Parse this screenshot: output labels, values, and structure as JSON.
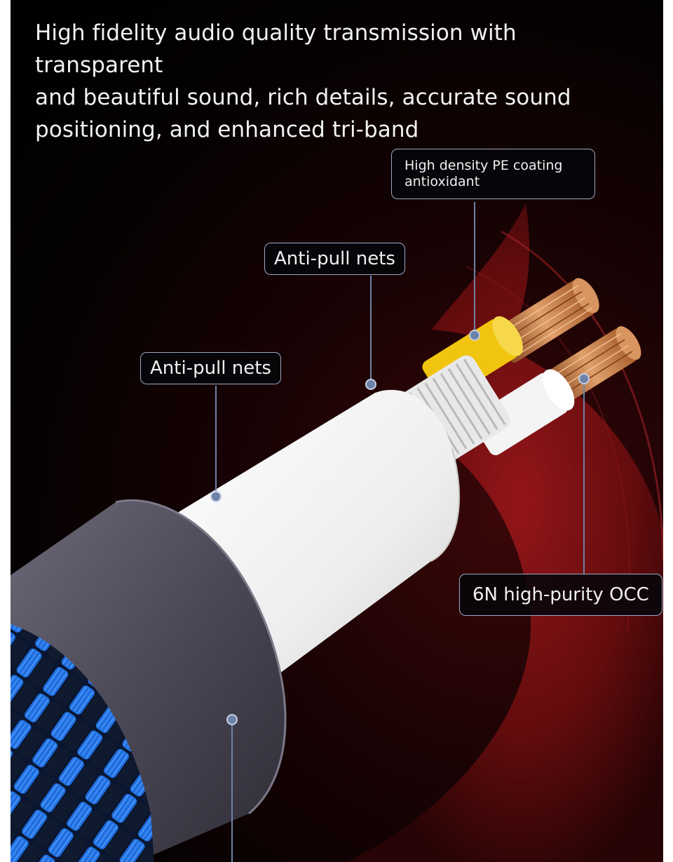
{
  "headline": {
    "lines": [
      "High fidelity audio quality transmission with transparent",
      "and beautiful sound, rich details, accurate sound",
      "positioning, and enhanced tri-band"
    ]
  },
  "callouts": {
    "pe_coating": {
      "line1": "High density PE coating",
      "line2": "antioxidant"
    },
    "anti_pull_inner": "Anti-pull nets",
    "anti_pull_outer": "Anti-pull nets",
    "occ": "6N high-purity OCC"
  },
  "colors": {
    "background": "#050101",
    "red_wave": "#7a1012",
    "copper": "#c9834f",
    "yellow_insulation": "#f1c40f",
    "white_sheath": "#f4f4f4",
    "dark_sleeve": "#4a4755",
    "blue_braid": "#1f6fe0",
    "callout_border": "#9aa9c4",
    "leader_line": "#6f82a8"
  }
}
